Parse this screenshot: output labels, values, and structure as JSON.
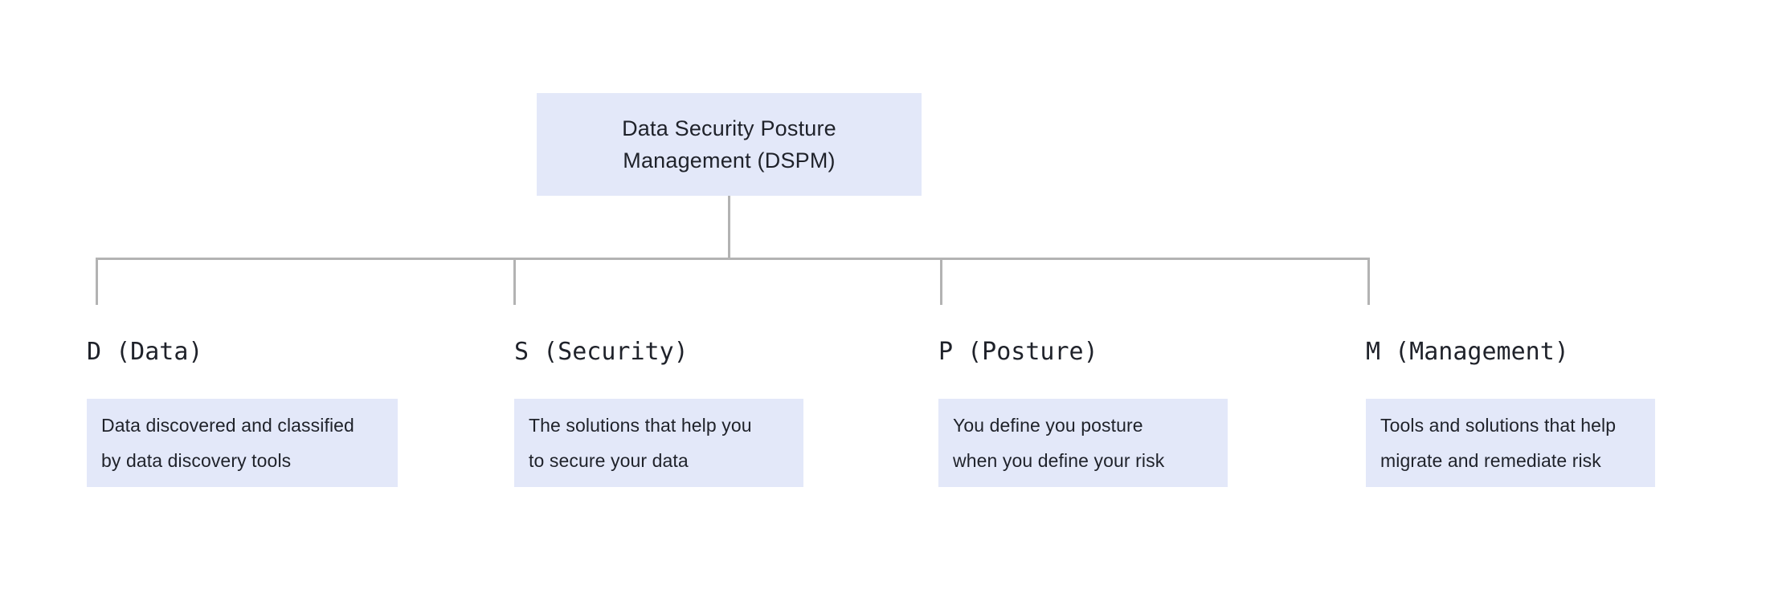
{
  "diagram": {
    "colors": {
      "box_fill": "#e3e8f9",
      "line": "#b3b3b3",
      "ink": "#1f222a",
      "bg": "#ffffff"
    },
    "root_box": {
      "title_lines": [
        "Data Security Posture",
        "Management (DSPM)"
      ]
    },
    "branches": [
      {
        "heading": "D (Data)",
        "desc_lines": [
          "Data discovered and classified",
          "by data discovery tools"
        ]
      },
      {
        "heading": "S (Security)",
        "desc_lines": [
          "The solutions that help you",
          "to secure your data"
        ]
      },
      {
        "heading": "P (Posture)",
        "desc_lines": [
          "You define you posture",
          "when you define your risk"
        ]
      },
      {
        "heading": "M (Management)",
        "desc_lines": [
          "Tools and solutions that help",
          "migrate and remediate risk"
        ]
      }
    ]
  }
}
